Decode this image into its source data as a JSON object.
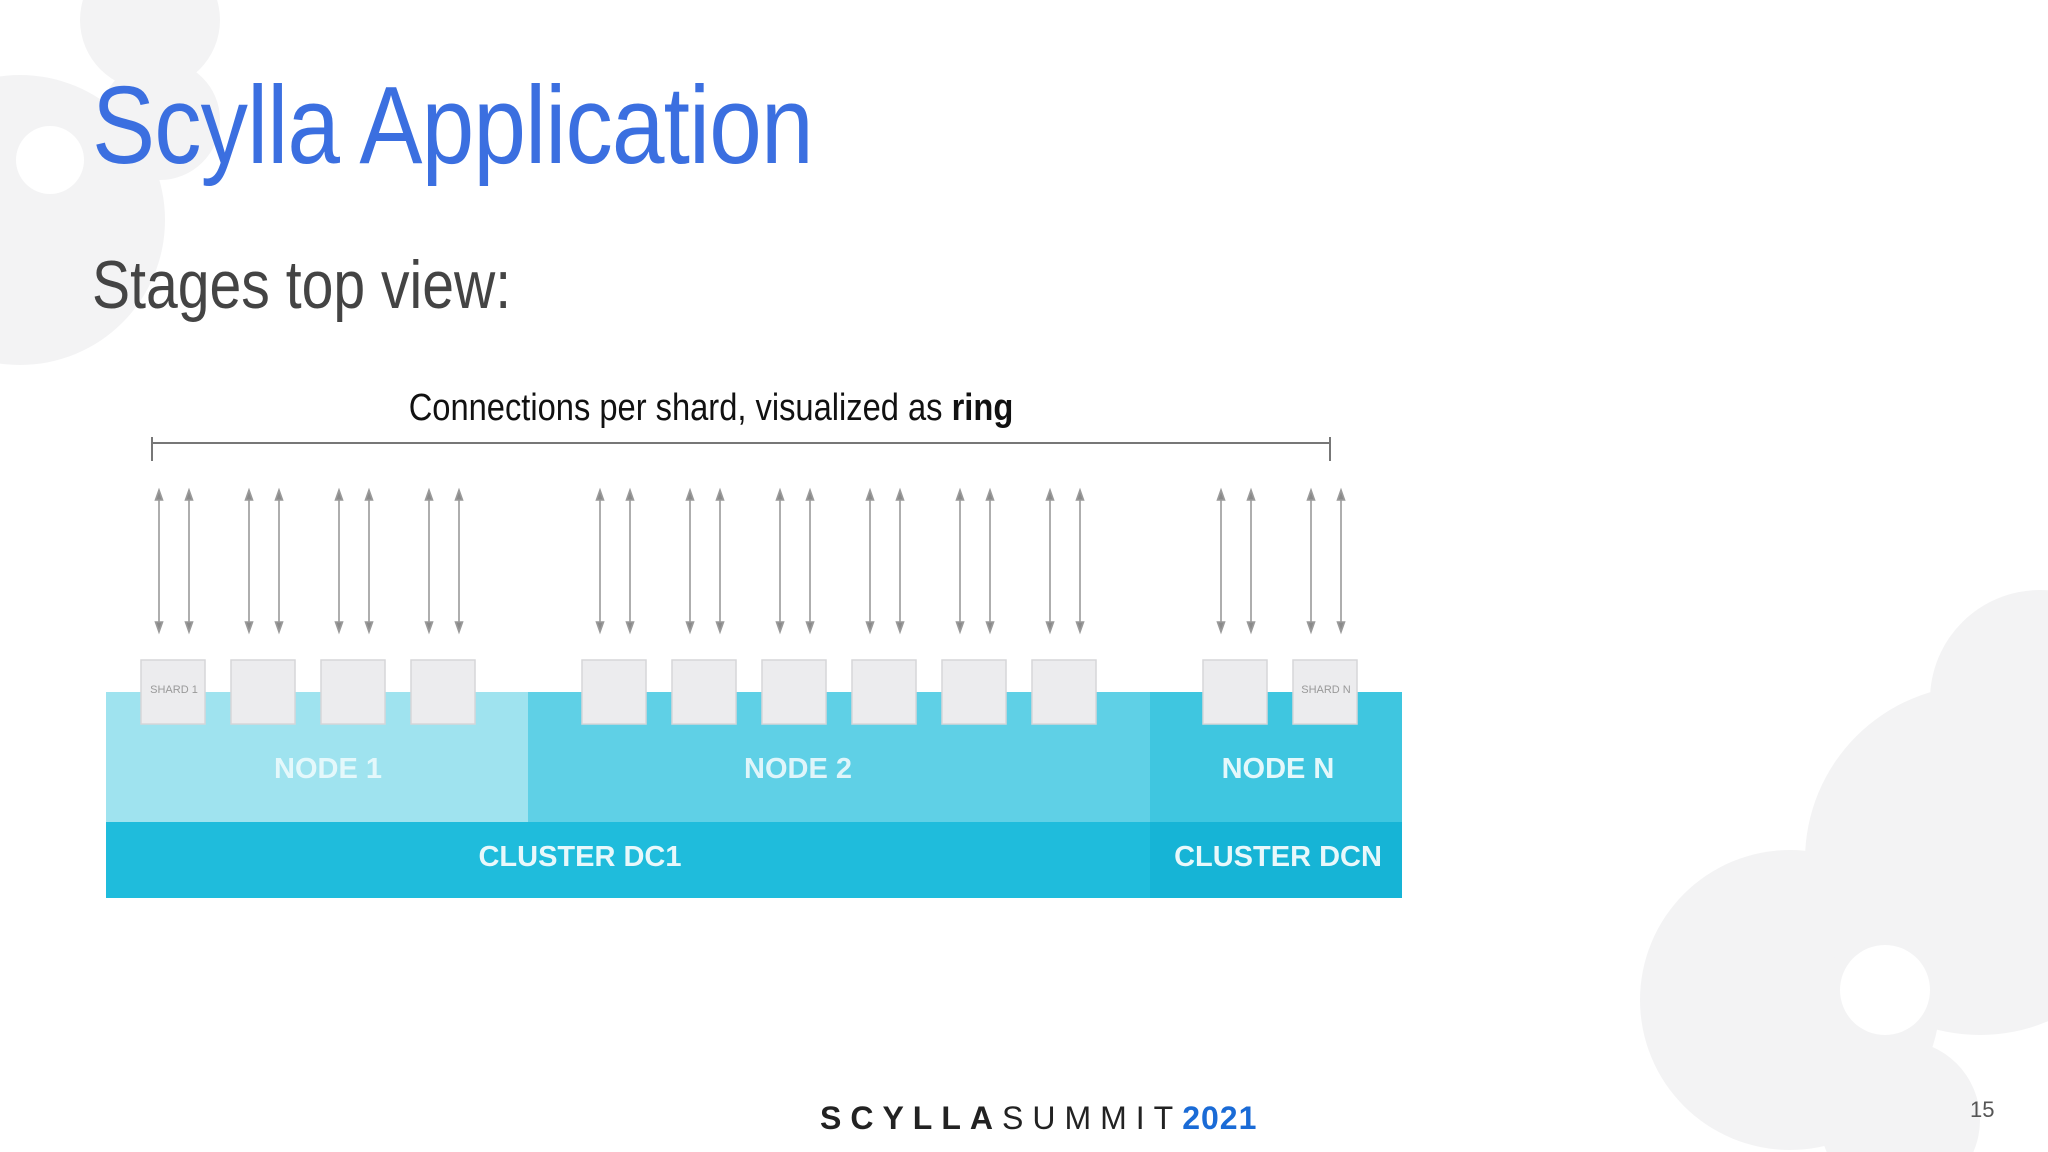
{
  "slide": {
    "title": "Scylla Application",
    "subtitle": "Stages top view:",
    "page_number": "15"
  },
  "diagram": {
    "caption_prefix": "Connections per shard, visualized as ",
    "caption_bold": "ring",
    "shard_first_label": "SHARD 1",
    "shard_last_label": "SHARD N",
    "nodes": [
      {
        "label": "NODE 1",
        "shard_count": 4
      },
      {
        "label": "NODE 2",
        "shard_count": 6
      },
      {
        "label": "NODE N",
        "shard_count": 2
      }
    ],
    "clusters": [
      {
        "label": "CLUSTER DC1"
      },
      {
        "label": "CLUSTER DCN"
      }
    ],
    "colors": {
      "node1": "#9fe3ef",
      "node2": "#5fd0e6",
      "nodeN": "#3fc6e0",
      "cluster_dc1": "#1fbcdc",
      "cluster_dcn": "#16b4d6",
      "shard_fill": "#ececee",
      "title_blue": "#3b6fe0"
    }
  },
  "footer": {
    "logo_bold": "SCYLLA",
    "logo_light": "SUMMIT",
    "logo_year": "2021"
  }
}
